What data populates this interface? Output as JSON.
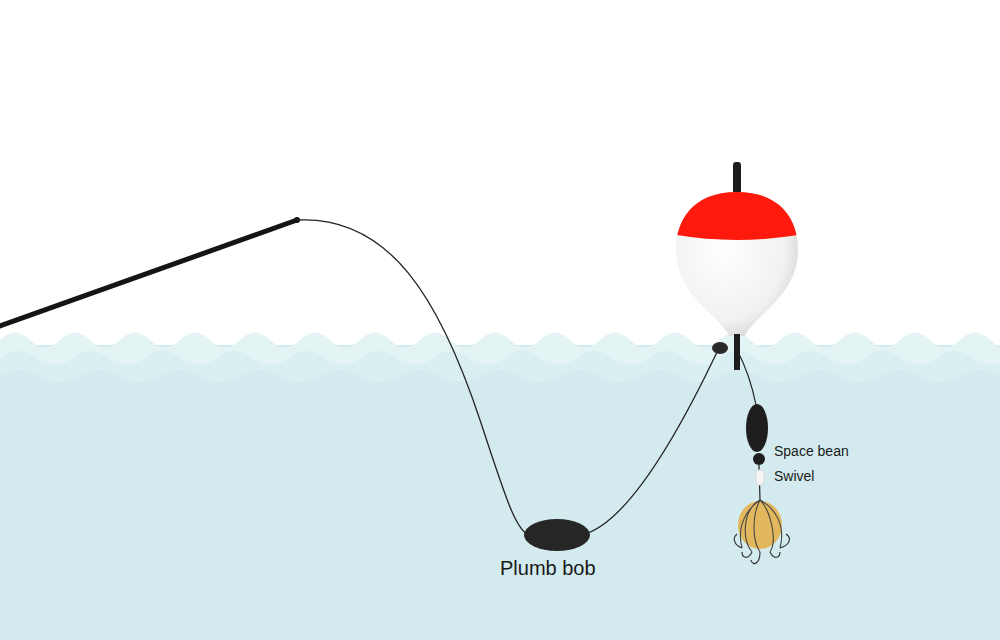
{
  "diagram": {
    "labels": [
      "Space bean",
      "Swivel",
      "Plumb bob"
    ]
  }
}
